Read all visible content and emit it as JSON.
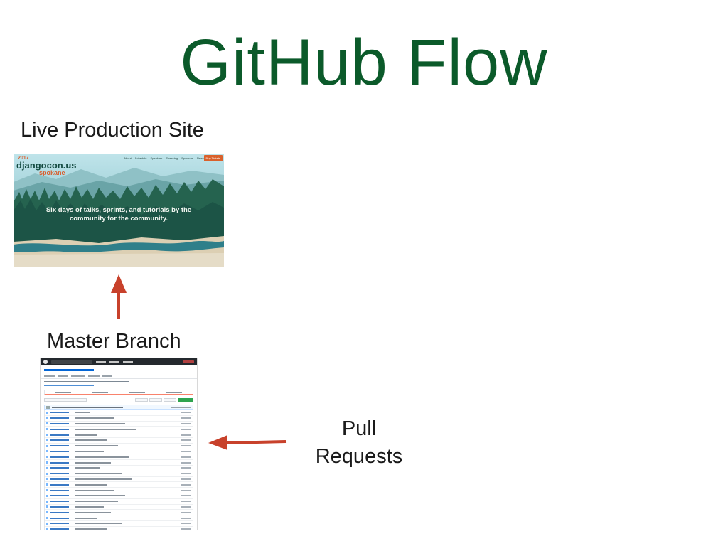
{
  "slide": {
    "title": "GitHub Flow",
    "labels": {
      "live_site": "Live Production Site",
      "master_branch": "Master Branch",
      "pull_requests_line1": "Pull",
      "pull_requests_line2": "Requests"
    }
  },
  "live_site_screenshot": {
    "logo_year": "2017",
    "logo_name": "djangocon.us",
    "logo_city": "spokane",
    "nav_items": [
      "About",
      "Schedule",
      "Speakers",
      "Speaking",
      "Sponsors",
      "News"
    ],
    "buy_button": "Buy Tickets",
    "tagline_line1": "Six days of talks, sprints, and tutorials by the",
    "tagline_line2": "community for the community."
  },
  "colors": {
    "title_green": "#0b5a2a",
    "arrow_red": "#c8412b"
  }
}
